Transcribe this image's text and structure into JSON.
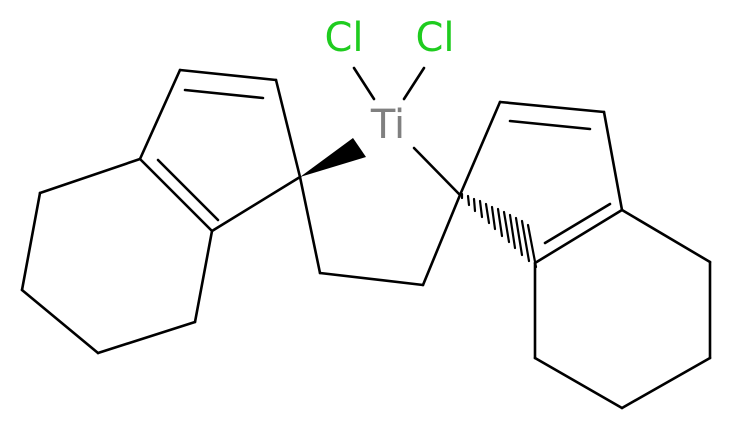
{
  "molecule": {
    "atoms": {
      "ti": {
        "label": "Ti",
        "color": "#808080"
      },
      "cl_left": {
        "label": "Cl",
        "color": "#1FCC1F"
      },
      "cl_right": {
        "label": "Cl",
        "color": "#1FCC1F"
      }
    },
    "bond_color": "#000000"
  }
}
